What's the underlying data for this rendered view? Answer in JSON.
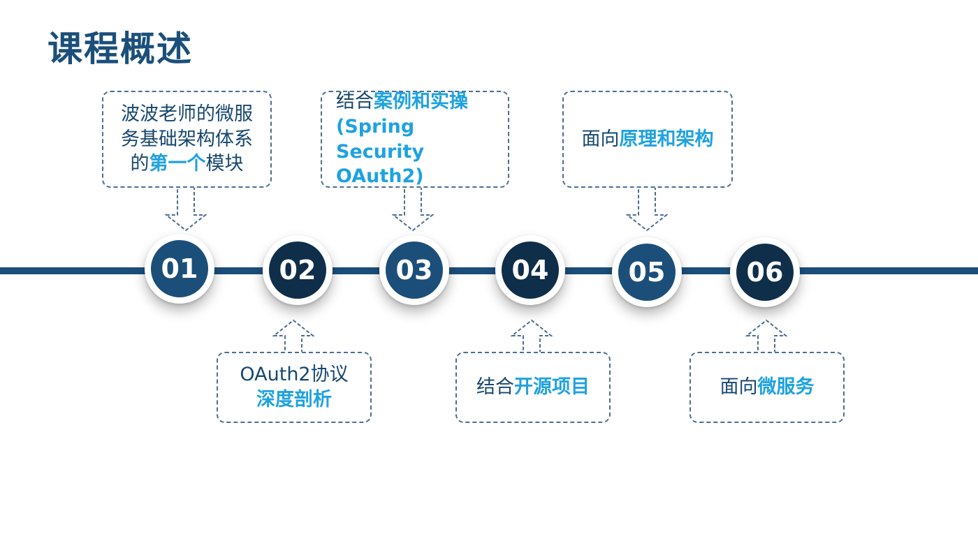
{
  "title": "课程概述",
  "steps": [
    {
      "num": "01",
      "color": "#1b4f7a"
    },
    {
      "num": "02",
      "color": "#0f2e4a"
    },
    {
      "num": "03",
      "color": "#1b4f7a"
    },
    {
      "num": "04",
      "color": "#0f2e4a"
    },
    {
      "num": "05",
      "color": "#1b4f7a"
    },
    {
      "num": "06",
      "color": "#0f2e4a"
    }
  ],
  "boxes": {
    "b1": {
      "l1": "波波老师的微服",
      "l2": "务基础架构体系",
      "l3a": "的",
      "l3b": "第一个",
      "l3c": "模块"
    },
    "b2": {
      "l1": "OAuth2协议",
      "l2": "深度剖析"
    },
    "b3": {
      "l1a": "结合",
      "l1b": "案例和实操",
      "l2": "(Spring Security",
      "l3": "OAuth2)"
    },
    "b4": {
      "a": "结合",
      "b": "开源项目"
    },
    "b5": {
      "a": "面向",
      "b": "原理和架构"
    },
    "b6": {
      "a": "面向",
      "b": "微服务"
    }
  },
  "colors": {
    "primary": "#1b4f7a",
    "dark": "#0f2e4a",
    "highlight": "#1fa2e0",
    "border": "#4a6e93"
  }
}
